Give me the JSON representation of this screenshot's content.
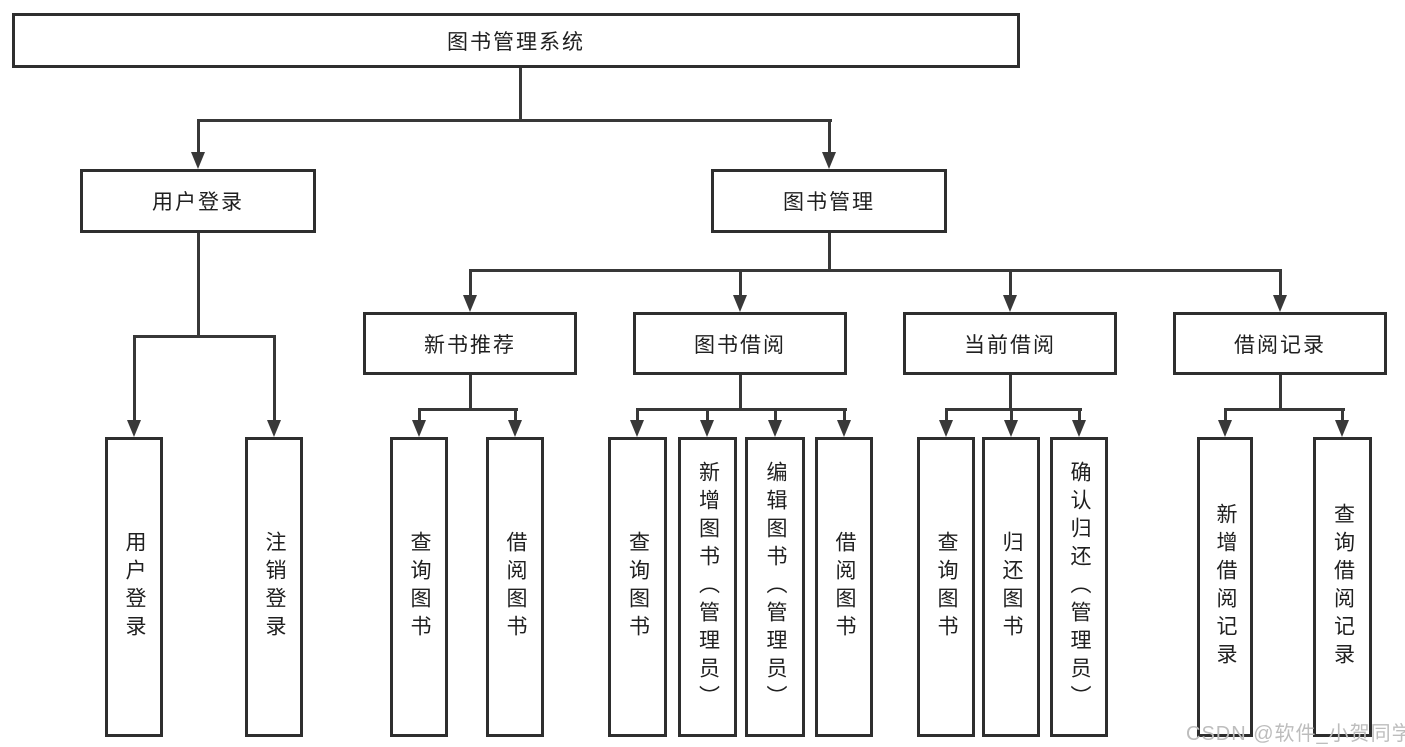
{
  "tree": {
    "label": "图书管理系统",
    "children": [
      {
        "label": "用户登录",
        "children": [
          {
            "label": "用户登录"
          },
          {
            "label": "注销登录"
          }
        ]
      },
      {
        "label": "图书管理",
        "children": [
          {
            "label": "新书推荐",
            "children": [
              {
                "label": "查询图书"
              },
              {
                "label": "借阅图书"
              }
            ]
          },
          {
            "label": "图书借阅",
            "children": [
              {
                "label": "查询图书"
              },
              {
                "label": "新增图书（管理员）"
              },
              {
                "label": "编辑图书（管理员）"
              },
              {
                "label": "借阅图书"
              }
            ]
          },
          {
            "label": "当前借阅",
            "children": [
              {
                "label": "查询图书"
              },
              {
                "label": "归还图书"
              },
              {
                "label": "确认归还（管理员）"
              }
            ]
          },
          {
            "label": "借阅记录",
            "children": [
              {
                "label": "新增借阅记录"
              },
              {
                "label": "查询借阅记录"
              }
            ]
          }
        ]
      }
    ]
  },
  "watermark": {
    "text": "CSDN @软件_小贺同学"
  },
  "colors": {
    "background": "#ffffff",
    "box_border": "#2e2e2e",
    "line": "#383838",
    "text": "#202020",
    "watermark": "#bdbdbd"
  }
}
